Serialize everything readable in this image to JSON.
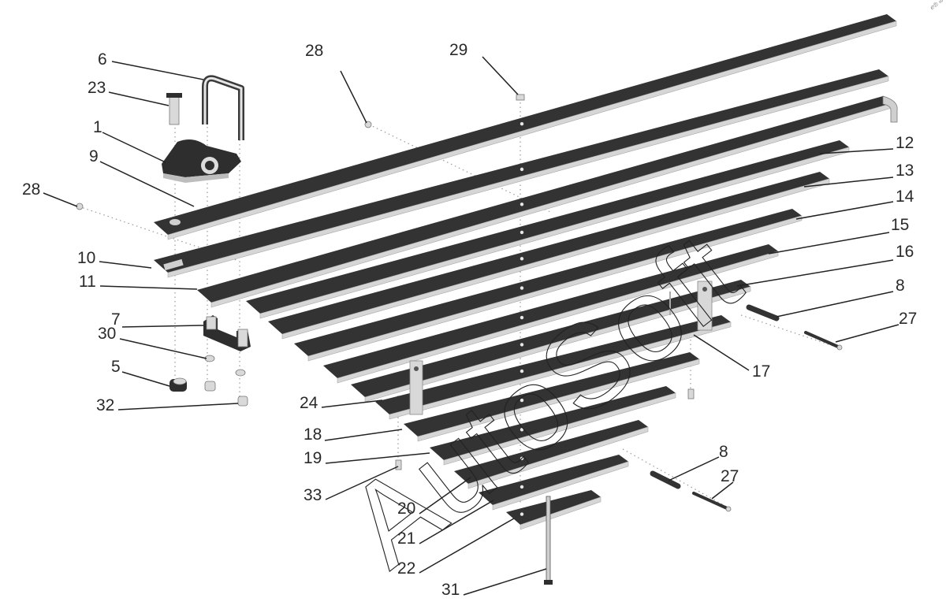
{
  "diagram": {
    "type": "exploded-parts-view",
    "subject": "leaf spring assembly",
    "watermark": "AutoSoft",
    "corner_mark": "ℯ® ∞",
    "colors": {
      "background": "#ffffff",
      "leaf_top": "#333333",
      "leaf_edge": "#d6d6d6",
      "leader_line": "#222222",
      "callout_text": "#2a2a2a"
    },
    "callouts": [
      {
        "id": "c6",
        "label": "6",
        "part": "U-bolt"
      },
      {
        "id": "c23",
        "label": "23",
        "part": "bolt"
      },
      {
        "id": "c1",
        "label": "1",
        "part": "spring bracket"
      },
      {
        "id": "c9",
        "label": "9",
        "part": "main leaf"
      },
      {
        "id": "c28a",
        "label": "28",
        "part": "grease nipple (left)"
      },
      {
        "id": "c28b",
        "label": "28",
        "part": "grease nipple (top)"
      },
      {
        "id": "c29",
        "label": "29",
        "part": "center bolt head"
      },
      {
        "id": "c10",
        "label": "10",
        "part": "leaf"
      },
      {
        "id": "c11",
        "label": "11",
        "part": "leaf"
      },
      {
        "id": "c7",
        "label": "7",
        "part": "clamp plate"
      },
      {
        "id": "c30",
        "label": "30",
        "part": "washer"
      },
      {
        "id": "c5",
        "label": "5",
        "part": "nut"
      },
      {
        "id": "c32",
        "label": "32",
        "part": "nut"
      },
      {
        "id": "c12",
        "label": "12",
        "part": "leaf"
      },
      {
        "id": "c13",
        "label": "13",
        "part": "leaf"
      },
      {
        "id": "c14",
        "label": "14",
        "part": "leaf"
      },
      {
        "id": "c15",
        "label": "15",
        "part": "leaf"
      },
      {
        "id": "c16",
        "label": "16",
        "part": "leaf"
      },
      {
        "id": "c8a",
        "label": "8",
        "part": "sleeve (upper)"
      },
      {
        "id": "c27a",
        "label": "27",
        "part": "bolt (upper)"
      },
      {
        "id": "c17",
        "label": "17",
        "part": "rebound clip"
      },
      {
        "id": "c24",
        "label": "24",
        "part": "rebound clip"
      },
      {
        "id": "c18",
        "label": "18",
        "part": "leaf"
      },
      {
        "id": "c19",
        "label": "19",
        "part": "leaf"
      },
      {
        "id": "c33",
        "label": "33",
        "part": "rivet"
      },
      {
        "id": "c8b",
        "label": "8",
        "part": "sleeve (lower)"
      },
      {
        "id": "c27b",
        "label": "27",
        "part": "bolt (lower)"
      },
      {
        "id": "c20",
        "label": "20",
        "part": "leaf"
      },
      {
        "id": "c21",
        "label": "21",
        "part": "leaf"
      },
      {
        "id": "c22",
        "label": "22",
        "part": "leaf"
      },
      {
        "id": "c31",
        "label": "31",
        "part": "center bolt"
      }
    ]
  }
}
